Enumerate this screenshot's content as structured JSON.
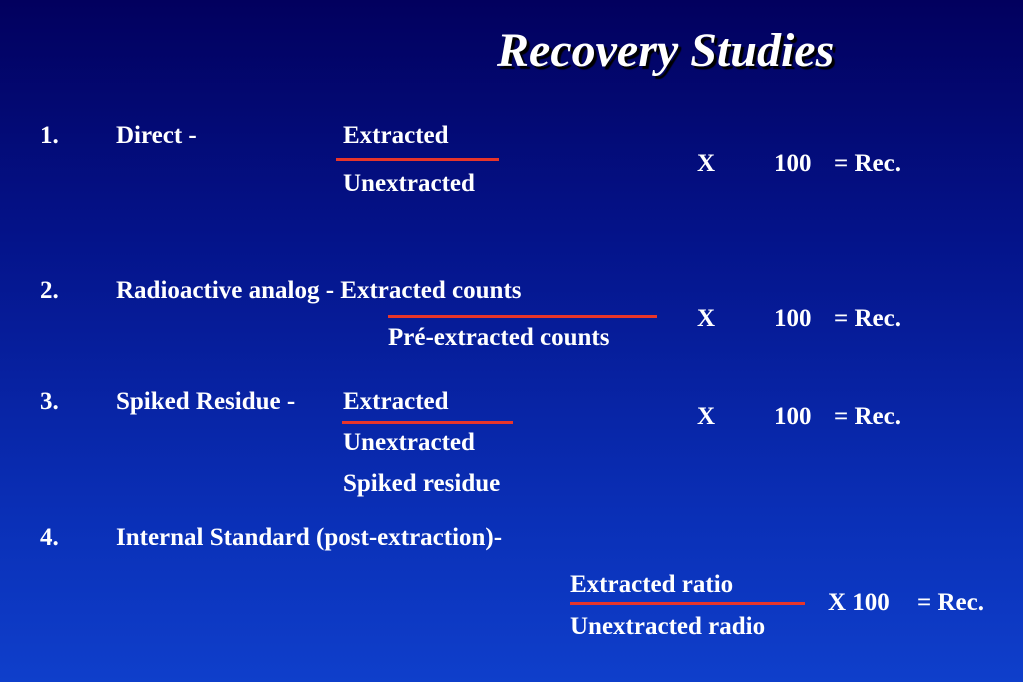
{
  "title": "Recovery Studies",
  "items": [
    {
      "number": "1.",
      "label": "Direct -",
      "numerator": "Extracted",
      "denominator": "Unextracted",
      "multiply": "X",
      "factor": "100",
      "result": "= Rec."
    },
    {
      "number": "2.",
      "label": "Radioactive analog - Extracted counts",
      "denominator": "Pré-extracted counts",
      "multiply": "X",
      "factor": "100",
      "result": "= Rec."
    },
    {
      "number": "3.",
      "label": "Spiked Residue -",
      "numerator": "Extracted",
      "denominator": "Unextracted",
      "extra_line": "Spiked residue",
      "multiply": "X",
      "factor": "100",
      "result": "= Rec."
    },
    {
      "number": "4.",
      "label": "Internal Standard (post-extraction)-",
      "numerator": "Extracted ratio",
      "denominator": "Unextracted radio",
      "multiply_factor": "X 100",
      "result": "= Rec."
    }
  ],
  "colors": {
    "background_top": "#02005e",
    "background_bottom": "#0f3fcb",
    "text": "#ffffff",
    "fraction_rule": "#e8352a"
  }
}
